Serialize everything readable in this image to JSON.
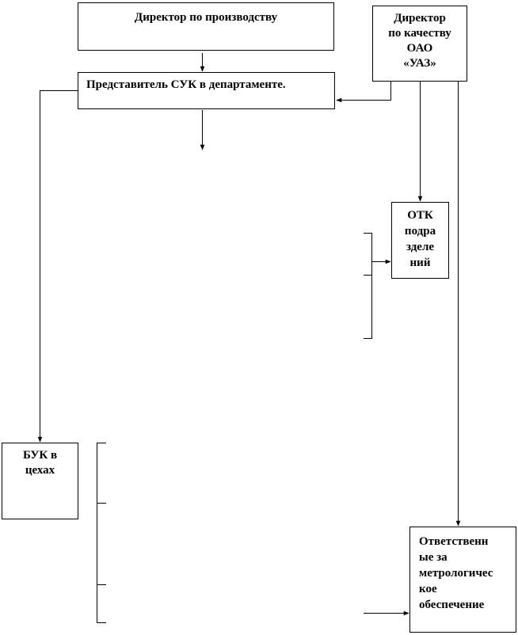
{
  "nodes": {
    "production_director": "Директор по производству",
    "quality_director": [
      "Директор",
      "по качеству",
      "ОАО",
      "«УАЗ»"
    ],
    "suk_representative": "Представитель СУК в департаменте.",
    "otk": [
      "ОТК",
      "подра",
      "зделе",
      "ний"
    ],
    "buk": [
      "БУК в",
      "цехах"
    ],
    "metrology": [
      "Ответственн",
      "ые за",
      "метрологичес",
      "кое",
      "обеспечение"
    ]
  },
  "colors": {
    "line": "#000000",
    "box_border": "#000000",
    "background": "#ffffff"
  }
}
